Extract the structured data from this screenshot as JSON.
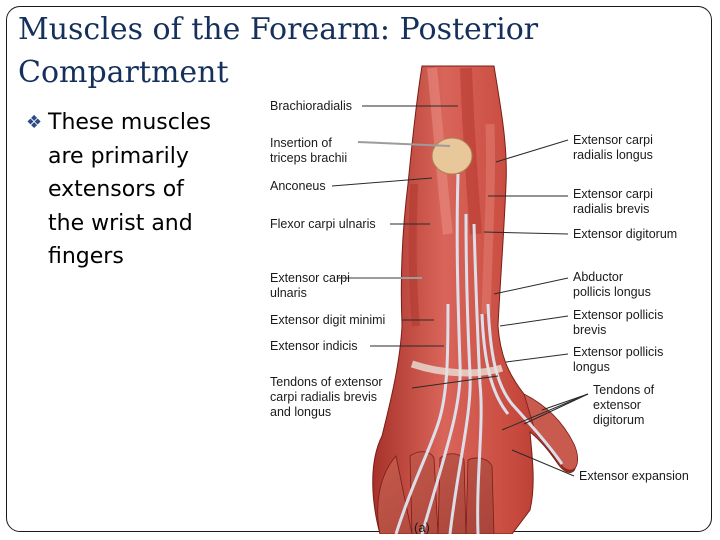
{
  "slide": {
    "title_line1": "Muscles of the Forearm: Posterior",
    "title_line2": "Compartment",
    "bullet": {
      "icon": "bullet-glyph-icon",
      "lines": [
        "These muscles",
        "are primarily",
        "extensors of",
        "the wrist and",
        "fingers"
      ]
    }
  },
  "figure": {
    "panel_label": "(a)",
    "labels": {
      "brachioradialis": [
        "Brachioradialis"
      ],
      "insertion_triceps": [
        "Insertion of",
        "triceps brachii"
      ],
      "anconeus": [
        "Anconeus"
      ],
      "flexor_carpi_ulnaris": [
        "Flexor carpi ulnaris"
      ],
      "extensor_carpi_ulnaris": [
        "Extensor carpi",
        "ulnaris"
      ],
      "extensor_digiti_minimi": [
        "Extensor digit minimi"
      ],
      "extensor_indicis": [
        "Extensor indicis"
      ],
      "tendons_ecr": [
        "Tendons of extensor",
        "carpi radialis brevis",
        "and longus"
      ],
      "ecr_longus": [
        "Extensor carpi",
        "radialis longus"
      ],
      "ecr_brevis": [
        "Extensor carpi",
        "radialis brevis"
      ],
      "extensor_digitorum": [
        "Extensor digitorum"
      ],
      "abductor_pollicis_longus": [
        "Abductor",
        "pollicis longus"
      ],
      "extensor_pollicis_brevis": [
        "Extensor pollicis",
        "brevis"
      ],
      "extensor_pollicis_longus": [
        "Extensor pollicis",
        "longus"
      ],
      "tendons_ed": [
        "Tendons of",
        "extensor",
        "digitorum"
      ],
      "extensor_expansion": [
        "Extensor expansion"
      ]
    }
  }
}
